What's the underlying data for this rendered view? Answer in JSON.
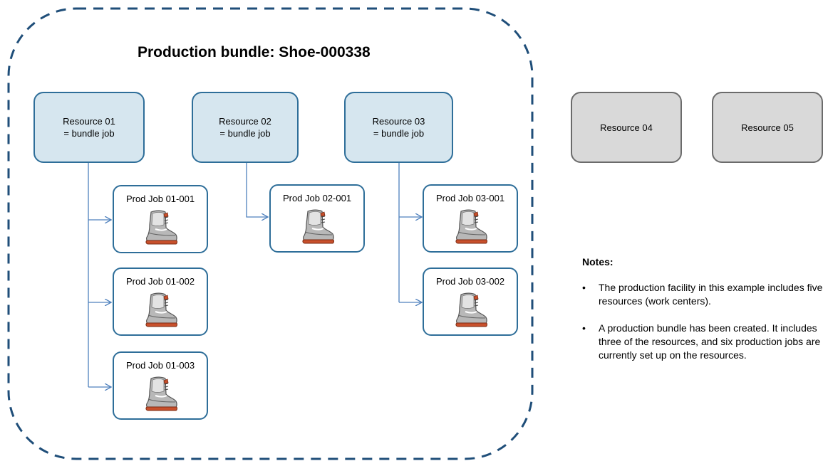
{
  "bundle": {
    "title": "Production bundle: Shoe-000338"
  },
  "resources": [
    {
      "line1": "Resource 01",
      "line2": "= bundle job",
      "in_bundle": true
    },
    {
      "line1": "Resource 02",
      "line2": "= bundle job",
      "in_bundle": true
    },
    {
      "line1": "Resource 03",
      "line2": "= bundle job",
      "in_bundle": true
    },
    {
      "line1": "Resource 04",
      "line2": "",
      "in_bundle": false
    },
    {
      "line1": "Resource 05",
      "line2": "",
      "in_bundle": false
    }
  ],
  "jobs": [
    {
      "label": "Prod Job 01-001",
      "resource": "Resource 01",
      "icon": "boot-icon"
    },
    {
      "label": "Prod Job 01-002",
      "resource": "Resource 01",
      "icon": "boot-icon"
    },
    {
      "label": "Prod Job 01-003",
      "resource": "Resource 01",
      "icon": "boot-icon"
    },
    {
      "label": "Prod Job 02-001",
      "resource": "Resource 02",
      "icon": "boot-icon"
    },
    {
      "label": "Prod Job 03-001",
      "resource": "Resource 03",
      "icon": "boot-icon"
    },
    {
      "label": "Prod Job 03-002",
      "resource": "Resource 03",
      "icon": "boot-icon"
    }
  ],
  "notes": {
    "heading": "Notes:",
    "bullet": "•",
    "items": [
      "The production facility in this example includes five resources (work centers).",
      "A production bundle has been created. It includes three of the resources, and six production jobs are currently set up on the resources."
    ]
  },
  "colors": {
    "bundle_outline": "#1f4e79",
    "resource_fill": "#d6e6ef",
    "resource_border": "#2e6e99",
    "inactive_fill": "#d9d9d9",
    "inactive_border": "#6b6b6b",
    "connector": "#4f81bd"
  }
}
